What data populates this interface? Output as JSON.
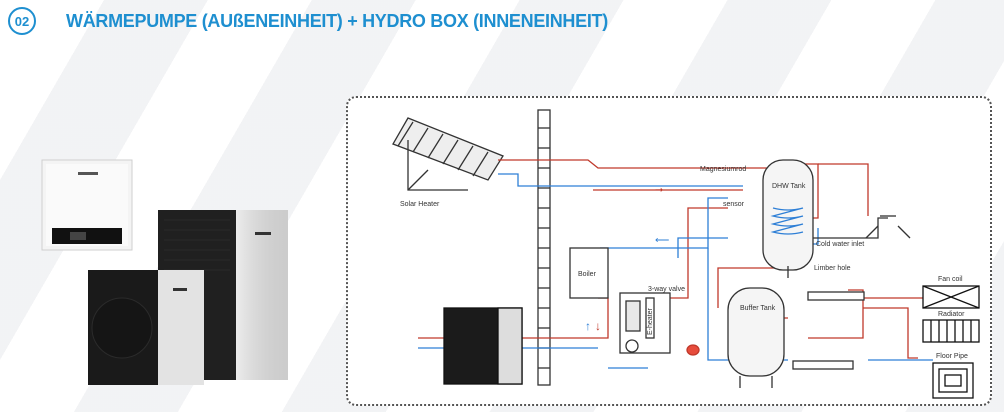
{
  "header": {
    "badge": "02",
    "title": "WÄRMEPUMPE (AUßENEINHEIT) + HYDRO BOX (INNENEINHEIT)"
  },
  "colors": {
    "brand_blue": "#1e8fd0",
    "hot_pipe": "#c0392b",
    "cold_pipe": "#2e7fd6"
  },
  "diagram": {
    "labels": {
      "solar_heater": "Solar Heater",
      "magnesium_rod": "Magnesiumrod",
      "sensor": "sensor",
      "dhw_tank": "DHW Tank",
      "cold_water_inlet": "Cold water inlet",
      "limber_hole": "Limber hole",
      "boiler": "Boiler",
      "three_way_valve": "3-way valve",
      "e_heater": "E-heater",
      "buffer_tank": "Buffer Tank",
      "fan_coil": "Fan coil",
      "radiator": "Radiator",
      "floor_pipe": "Floor Pipe"
    }
  }
}
